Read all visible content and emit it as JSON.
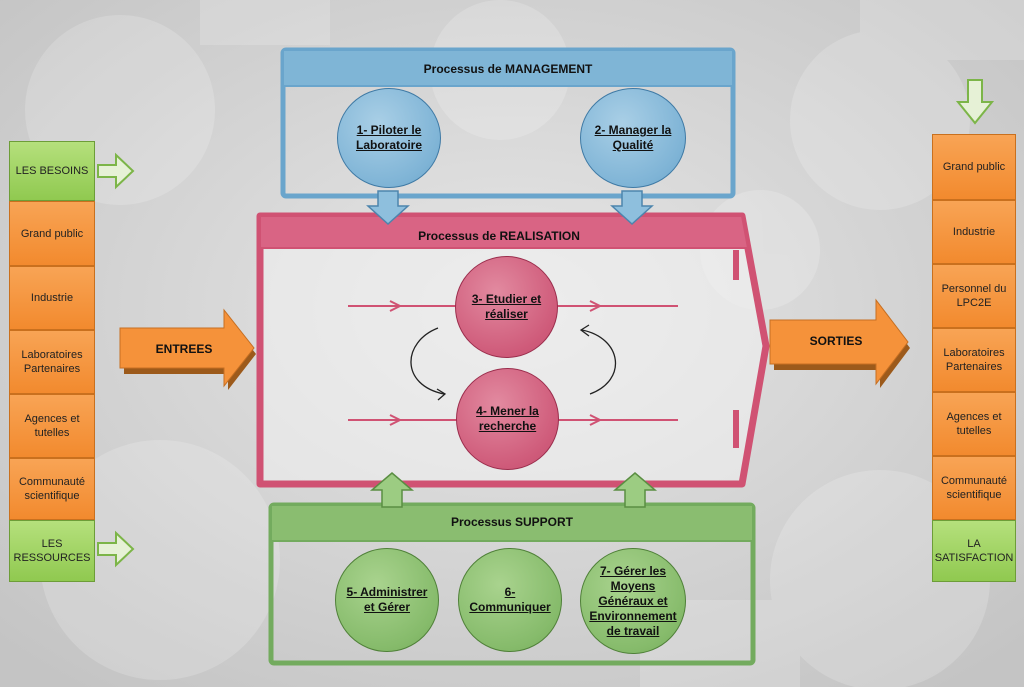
{
  "left_column": {
    "top": "LES BESOINS",
    "items": [
      "Grand public",
      "Industrie",
      "Laboratoires Partenaires",
      "Agences et tutelles",
      "Communauté scientifique"
    ],
    "bottom": "LES RESSOURCES"
  },
  "right_column": {
    "items": [
      "Grand public",
      "Industrie",
      "Personnel du LPC2E",
      "Laboratoires Partenaires",
      "Agences et tutelles",
      "Communauté scientifique"
    ],
    "bottom": "LA SATISFACTION"
  },
  "management": {
    "title": "Processus de MANAGEMENT",
    "circles": [
      "1- Piloter le Laboratoire",
      "2- Manager la Qualité"
    ]
  },
  "realisation": {
    "title": "Processus de REALISATION",
    "circles": [
      "3- Etudier et réaliser",
      "4- Mener la recherche"
    ]
  },
  "support": {
    "title": "Processus SUPPORT",
    "circles": [
      "5- Administrer et Gérer",
      "6- Communiquer",
      "7- Gérer les Moyens Généraux et Environnement de travail"
    ]
  },
  "entrees_label": "ENTREES",
  "sorties_label": "SORTIES",
  "colors": {
    "orange": "#f28a2e",
    "green": "#90c950",
    "management_frame": "#6aa5cc",
    "realisation_frame": "#d05273",
    "support_frame": "#73ab5e"
  }
}
